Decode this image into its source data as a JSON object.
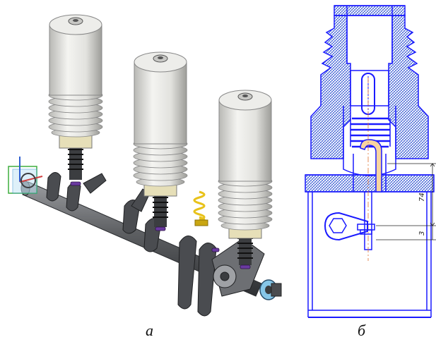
{
  "captions": {
    "a": "а",
    "b": "б"
  },
  "dimensions": {
    "d1": "74",
    "d2": "3"
  },
  "colors": {
    "insulator_body": "#e9e9e6",
    "insulator_shade": "#b8b8b4",
    "shaft": "#5d5f62",
    "metal_dark": "#3b3d40",
    "spring_yellow": "#e8c21a",
    "spring_purple": "#5b2d8c",
    "drawing_blue": "#1a1aff",
    "hatch_blue": "#3f5fd8"
  }
}
